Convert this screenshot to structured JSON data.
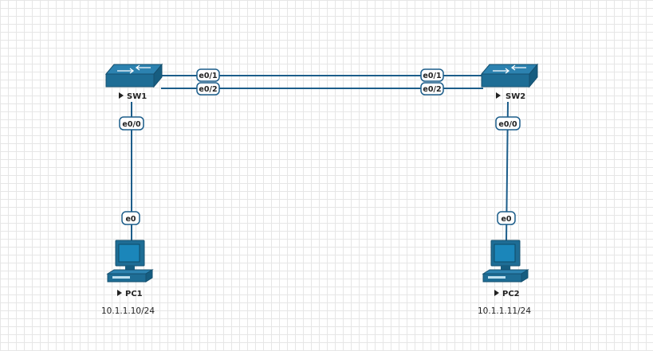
{
  "colors": {
    "link": "#1c5d8a",
    "device_fill": "#1e6d95",
    "device_dark": "#15506f",
    "badge_border": "#1c5d8a",
    "text": "#222222"
  },
  "nodes": {
    "sw1": {
      "name": "SW1",
      "icon": "switch-icon"
    },
    "sw2": {
      "name": "SW2",
      "icon": "switch-icon"
    },
    "pc1": {
      "name": "PC1",
      "icon": "pc-icon",
      "ip": "10.1.1.10/24"
    },
    "pc2": {
      "name": "PC2",
      "icon": "pc-icon",
      "ip": "10.1.1.11/24"
    }
  },
  "interfaces": {
    "sw1_e01": "e0/1",
    "sw1_e02": "e0/2",
    "sw2_e01": "e0/1",
    "sw2_e02": "e0/2",
    "sw1_e00": "e0/0",
    "sw2_e00": "e0/0",
    "pc1_e0": "e0",
    "pc2_e0": "e0"
  }
}
